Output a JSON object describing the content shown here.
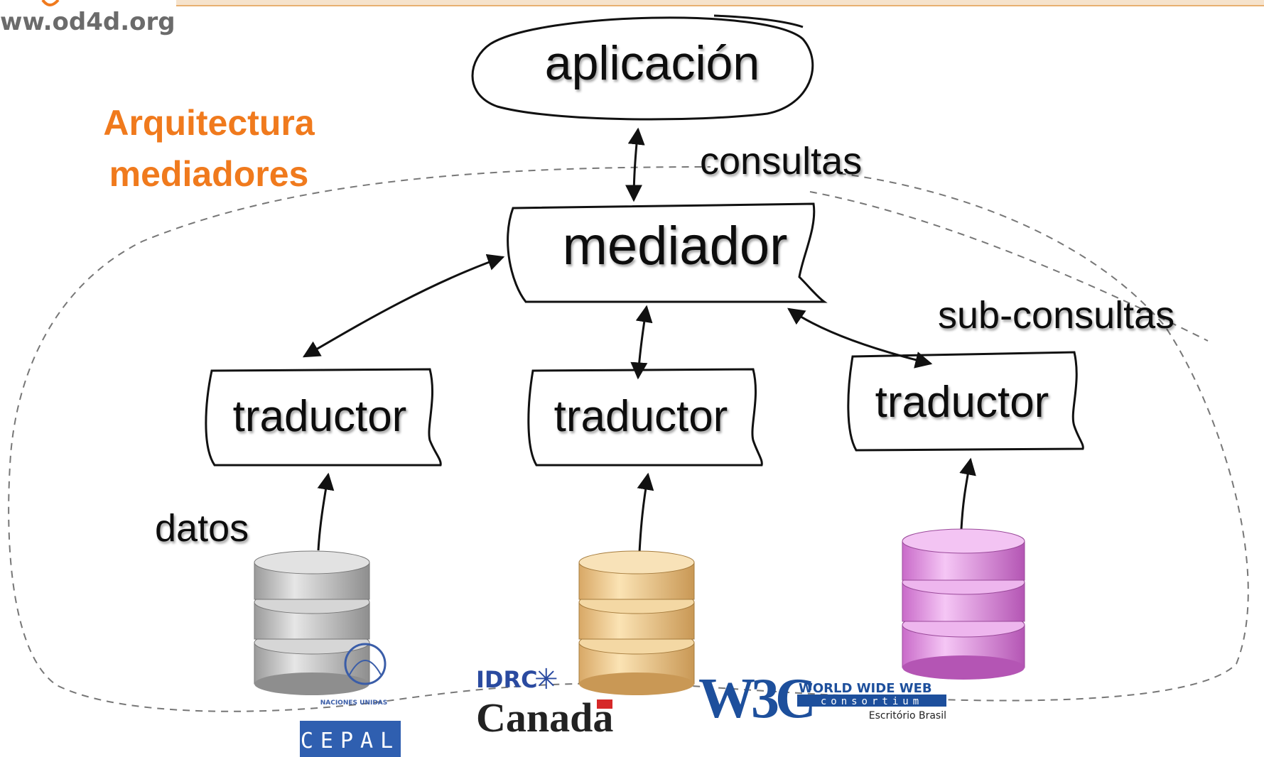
{
  "header": {
    "site": "ww.od4d.org"
  },
  "title": {
    "line1": "Arquitectura",
    "line2": "mediadores"
  },
  "diagram": {
    "application": "aplicación",
    "queries": "consultas",
    "mediator": "mediador",
    "subqueries": "sub-consultas",
    "translators": [
      "traductor",
      "traductor",
      "traductor"
    ],
    "data": "datos"
  },
  "databases": [
    {
      "color": "#c9c9c9"
    },
    {
      "color": "#f2d39a"
    },
    {
      "color": "#e6a3e6"
    }
  ],
  "logos": {
    "un": "NACIONES UNIDAS",
    "cepal": "CEPAL",
    "idrc": "IDRC",
    "canada": "Canada",
    "w3c": "W3C",
    "w3c_top": "WORLD WIDE WEB",
    "w3c_mid": "consortium",
    "w3c_sub": "Escritório Brasil"
  },
  "colors": {
    "accent": "#f07a1d",
    "header_line": "#e8b070"
  }
}
